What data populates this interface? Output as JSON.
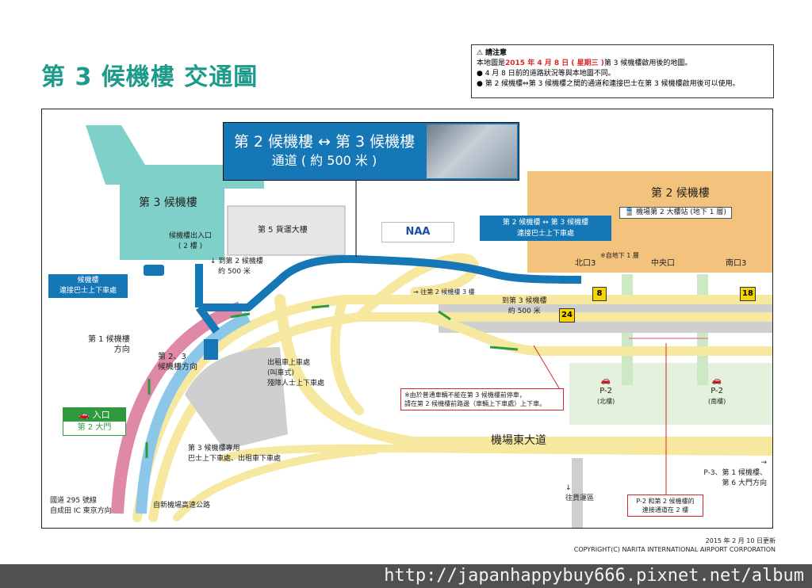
{
  "title": "第 3 候機樓 交通圖",
  "notice": {
    "heading": "請注意",
    "line1_pre": "本地圖是",
    "line1_date": "2015 年 4 月 8 日 ( 星期三 )",
    "line1_post": "第 3 候機樓啟用後的地圖。",
    "line2": "● 4 月 8 日前的道路狀況等與本地圖不同。",
    "line3": "● 第 2 候機樓⇔第 3 候機樓之間的通道和連接巴士在第 3 候機樓啟用後可以使用。"
  },
  "walkway_banner": {
    "line1": "第 2 候機樓 ↔ 第 3 候機樓",
    "line2": "通道 ( 約 500 米 )"
  },
  "terminal3": {
    "name": "第 3 候機樓",
    "exit": "候機樓出入口",
    "floor": "( 2 樓 )"
  },
  "cargo": "第 5 貨運大樓",
  "naa_logo": "NAA",
  "terminal2": {
    "name": "第 2 候機樓",
    "station": "機場第 2 大樓站 (地下 1 層)",
    "north": "北口3",
    "center": "中央口",
    "south": "南口3",
    "basement": "※自地下 1 層"
  },
  "connect_bus_t2": {
    "line1": "第 2 候機樓 ↔ 第 3 候機樓",
    "line2": "連接巴士上下車處"
  },
  "connect_bus_t3": {
    "line1": "候機樓",
    "line2": "連接巴士上下車處"
  },
  "to_t2_walk": {
    "line1": "到第 2 候機樓",
    "line2": "約 500 米"
  },
  "to_t3_walk": {
    "line1": "到第 3 候機樓",
    "line2": "約 500 米"
  },
  "to_t2_floor3": "→ 往第 2 候機樓 3 樓",
  "bus_stops": {
    "s8": "8",
    "s18": "18",
    "s24": "24"
  },
  "to_t1": {
    "line1": "第 1 候機樓",
    "line2": "方向"
  },
  "to_t23": {
    "line1": "第 2、3",
    "line2": "候機樓方向"
  },
  "taxi": {
    "line1": "出租車上車處",
    "line2": "(叫車式)",
    "line3": "殘障人士上下車處"
  },
  "bus_area": {
    "line1": "第 3 候機樓專用",
    "line2": "巴士上下車處、出租車下車處"
  },
  "entrance": {
    "label": "入口",
    "gate": "第 2 大門"
  },
  "warning": {
    "line1": "※由於普通車輛不能在第 3 候機樓前停車，",
    "line2": "請在第 2 候機樓前路邊（車輛上下車處）上下車。"
  },
  "parking_north": {
    "name": "P-2",
    "sub": "(北樓)"
  },
  "parking_south": {
    "name": "P-2",
    "sub": "(南樓)"
  },
  "east_road": "機場東大道",
  "p3_direction": {
    "arrow": "→",
    "line1": "P-3、第 1 候機樓、",
    "line2": "第 6 大門方向"
  },
  "cargo_direction": {
    "arrow": "↓",
    "line1": "往貨運區"
  },
  "p2_note": {
    "line1": "P-2 和第 2 候機樓的",
    "line2": "連接通道在 2 樓"
  },
  "route295": {
    "line1": "國道 295 號線",
    "line2": "自成田 IC 東京方向"
  },
  "expressway": "自新機場高速公路",
  "footer": {
    "updated": "2015 年 2 月 10 日更新",
    "copyright": "COPYRIGHT(C) NARITA INTERNATIONAL AIRPORT CORPORATION"
  },
  "watermark": "http://japanhappybuy666.pixnet.net/album",
  "colors": {
    "accent": "#1e9a8a",
    "walkway": "#1577b6",
    "road": "#f7e8a0",
    "t2": "#f3c37d",
    "t3": "#7fd0c9",
    "parking": "#e4f2dd",
    "pink": "#e088a8",
    "warning": "#d8262d"
  }
}
